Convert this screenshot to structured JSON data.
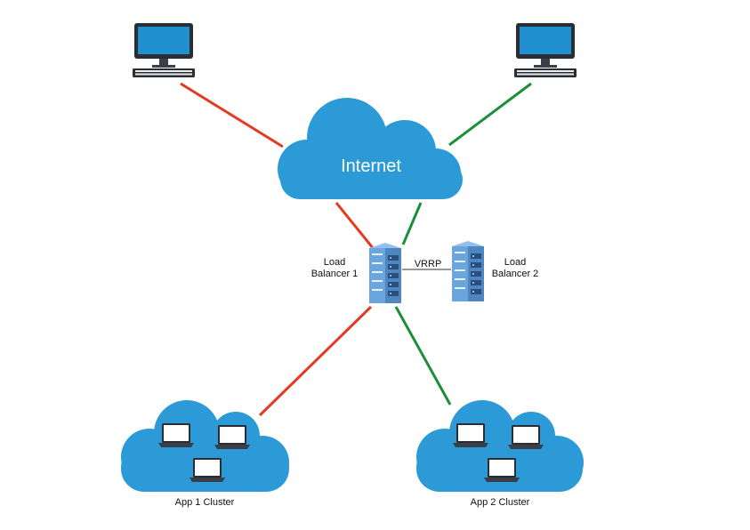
{
  "internet": {
    "label": "Internet"
  },
  "load_balancer_1": {
    "label_line1": "Load",
    "label_line2": "Balancer 1"
  },
  "load_balancer_2": {
    "label_line1": "Load",
    "label_line2": "Balancer 2"
  },
  "vrrp": {
    "label": "VRRP"
  },
  "clusters": [
    {
      "label": "App 1 Cluster"
    },
    {
      "label": "App 2 Cluster"
    }
  ],
  "colors": {
    "cloud": "#2d9ad8",
    "red_link": "#e23b22",
    "green_link": "#1a8f3a",
    "monitor_dark": "#2a2d33",
    "screen_blue": "#1f8fd0",
    "server_body": "#5b8fc9"
  },
  "icons": [
    "desktop-computer-icon",
    "cloud-icon",
    "server-rack-icon",
    "laptop-icon"
  ]
}
